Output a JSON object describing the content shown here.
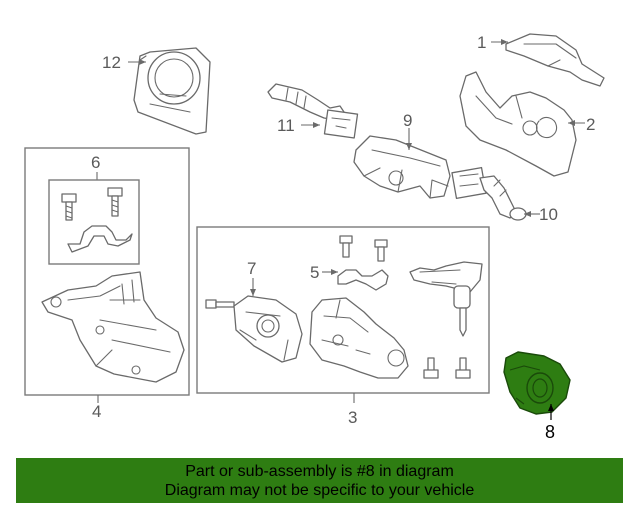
{
  "diagram": {
    "callouts": [
      "1",
      "2",
      "3",
      "4",
      "5",
      "6",
      "7",
      "8",
      "9",
      "10",
      "11",
      "12"
    ],
    "highlight_part": "8",
    "highlight_color": "#2e7d12"
  },
  "banner": {
    "line1": "Part or sub-assembly is #8 in diagram",
    "line2": "Diagram may not be specific to your vehicle",
    "background": "#2e7d12"
  }
}
